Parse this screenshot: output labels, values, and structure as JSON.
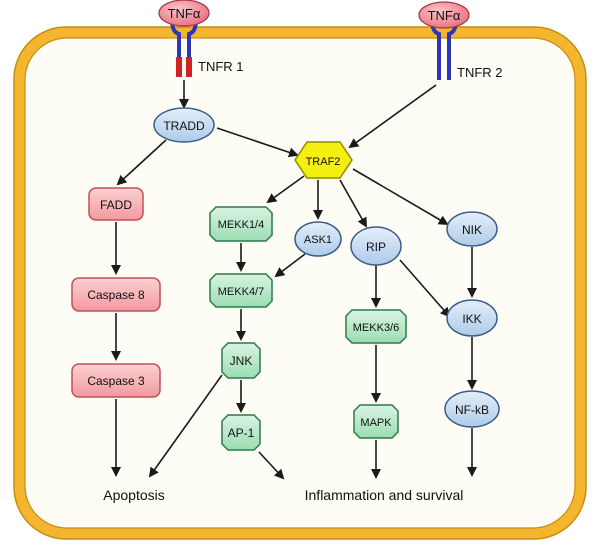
{
  "receptors": {
    "ligand_1": "TNFα",
    "ligand_2": "TNFα",
    "receptor_1": "TNFR 1",
    "receptor_2": "TNFR 2"
  },
  "nodes": {
    "tradd": "TRADD",
    "traf2": "TRAF2",
    "fadd": "FADD",
    "caspase8": "Caspase 8",
    "caspase3": "Caspase 3",
    "mekk14": "MEKK1/4",
    "ask1": "ASK1",
    "rip": "RIP",
    "nik": "NIK",
    "mekk47": "MEKK4/7",
    "mekk36": "MEKK3/6",
    "ikk": "IKK",
    "jnk": "JNK",
    "ap1": "AP-1",
    "mapk": "MAPK",
    "nfkb": "NF-kB"
  },
  "outcomes": {
    "apoptosis": "Apoptosis",
    "inflammation": "Inflammation and survival"
  },
  "colors": {
    "membrane": "#f3b62e",
    "cytoplasm": "#fdfcf5",
    "ligand_fill": "#f0818f",
    "receptor_blue": "#2b36b8",
    "receptor_red": "#d42020",
    "oval_fill": "#c9ddf2",
    "oval_stroke": "#3a5d86",
    "pink_fill": "#f6a9ae",
    "pink_stroke": "#c25059",
    "green_fill": "#b5e6c6",
    "green_stroke": "#2d7a48",
    "traf2_fill": "#f4ef10",
    "traf2_stroke": "#8f8a00"
  }
}
